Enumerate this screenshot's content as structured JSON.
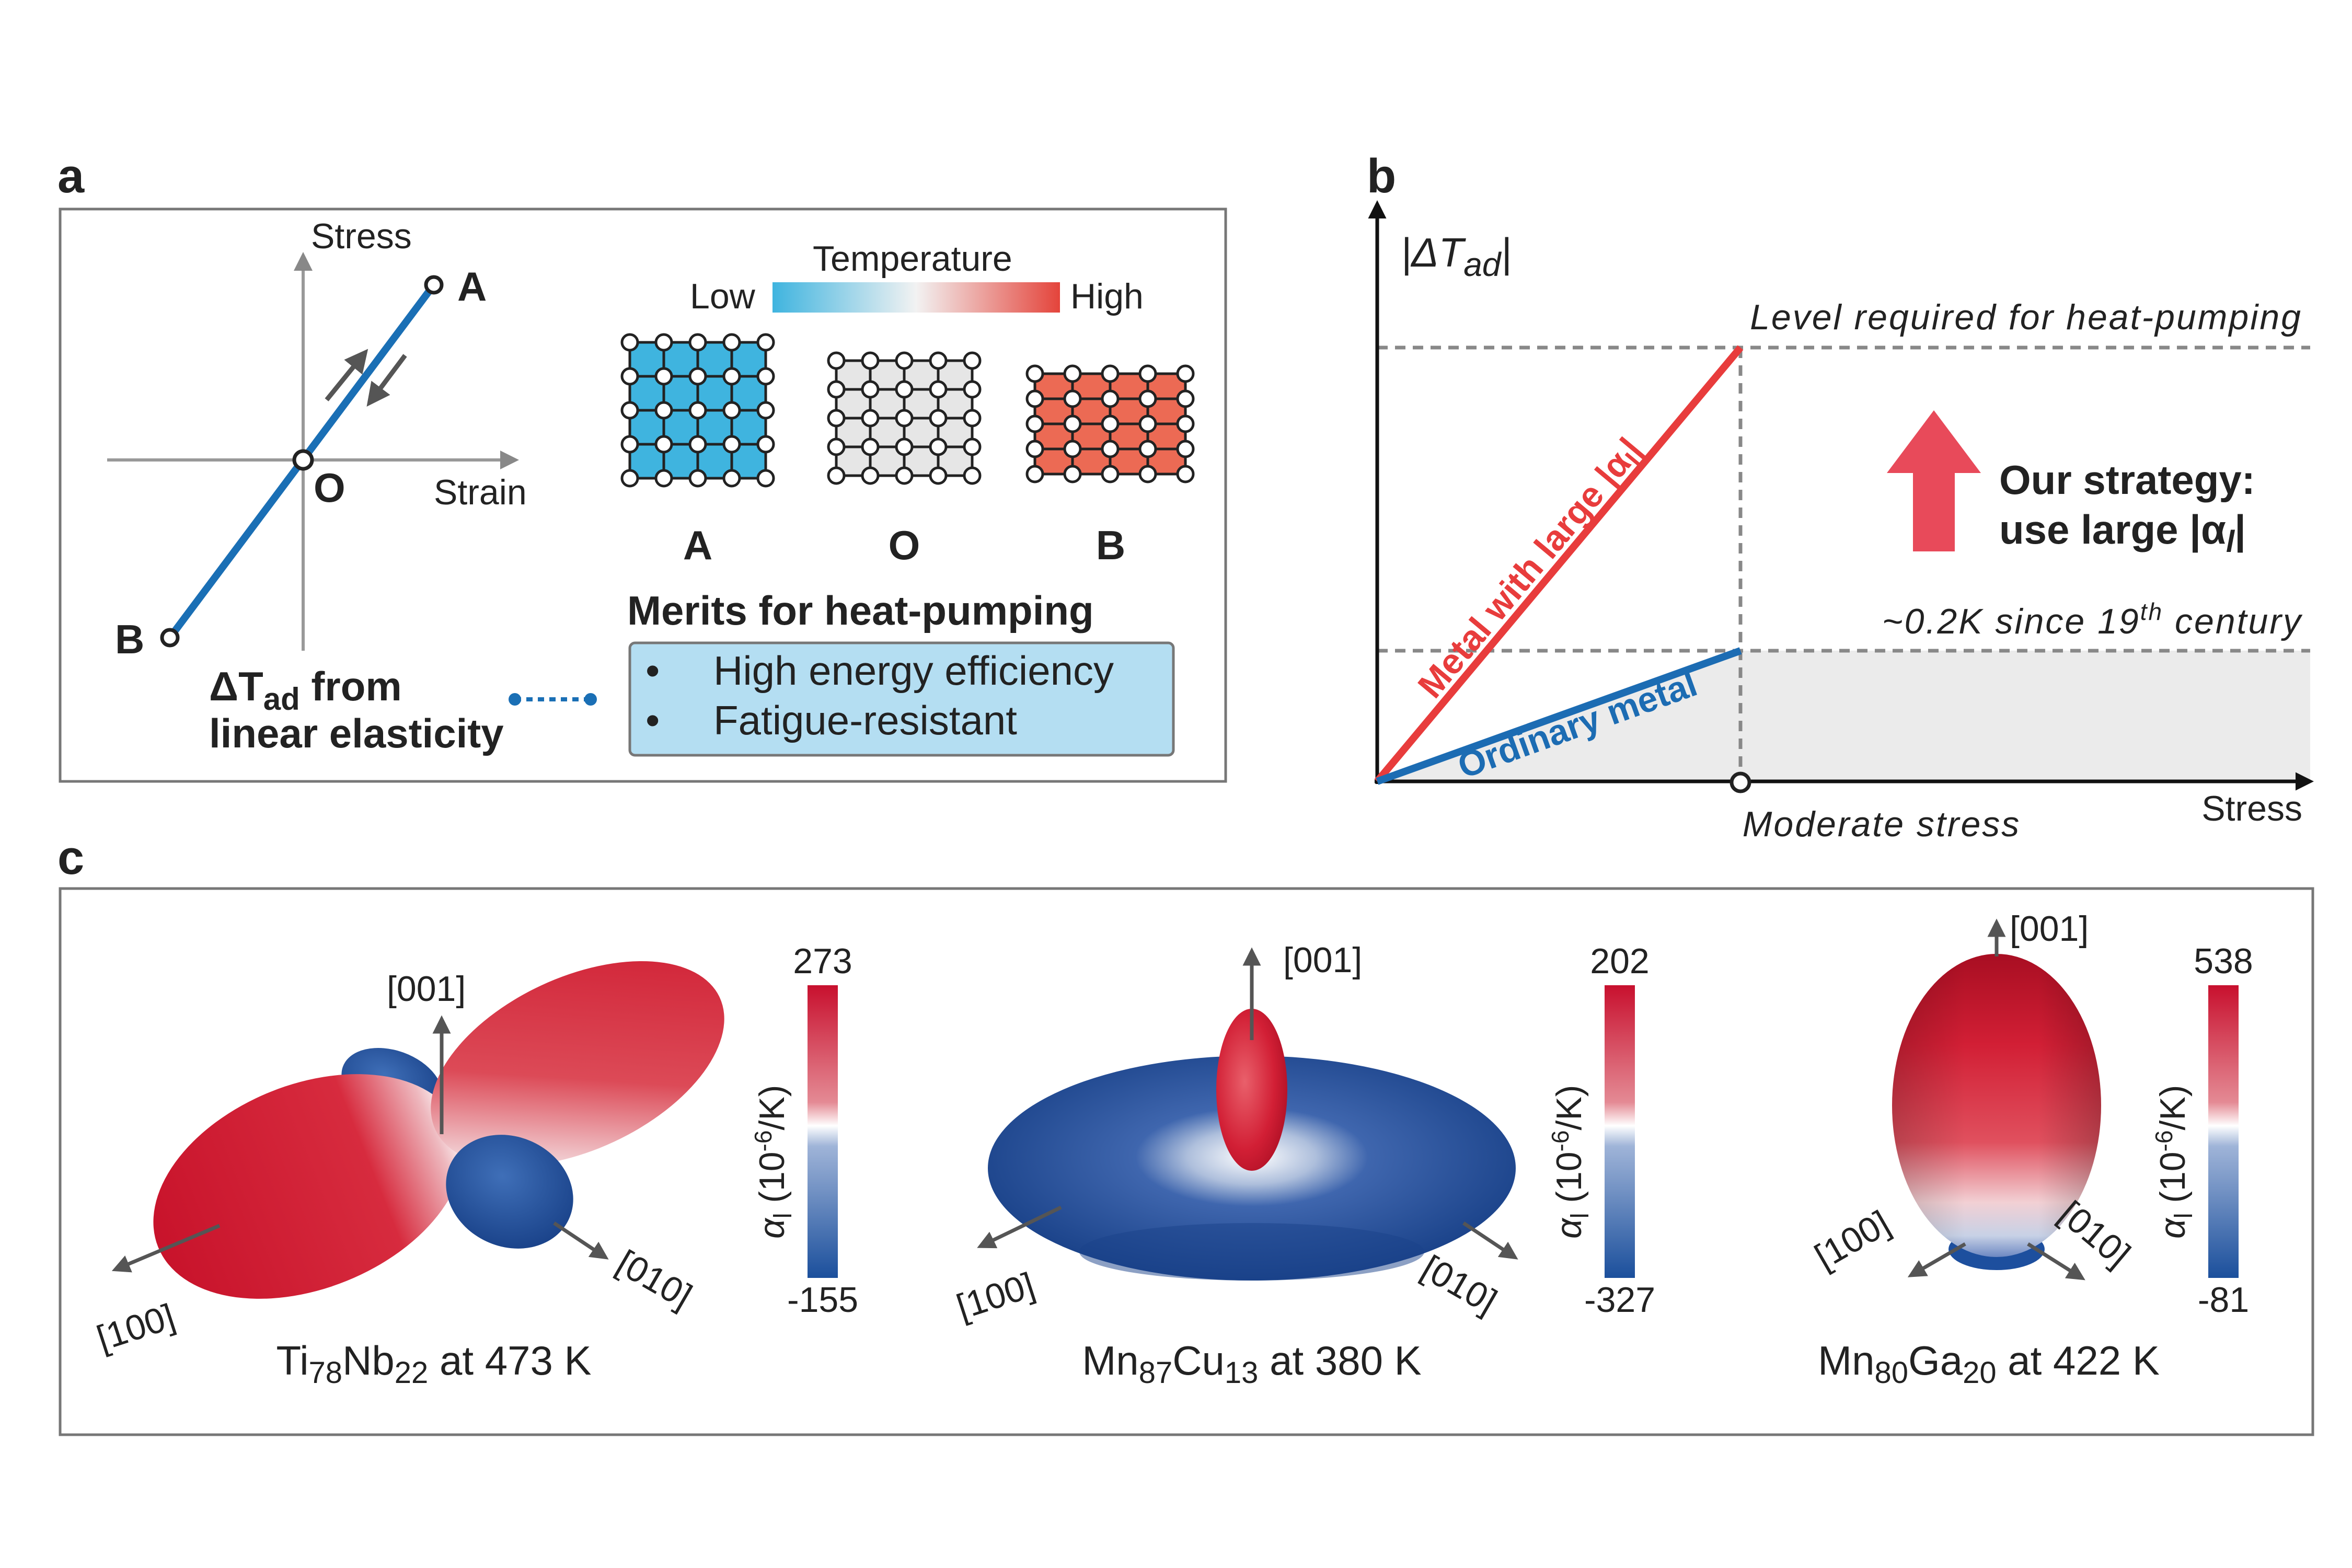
{
  "panels": {
    "a": {
      "letter": "a",
      "axis_y": "Stress",
      "axis_x": "Strain",
      "point_a": "A",
      "point_o": "O",
      "point_b": "B",
      "temperature_title": "Temperature",
      "temp_low": "Low",
      "temp_high": "High",
      "lattice_a": "A",
      "lattice_o": "O",
      "lattice_b": "B",
      "delta_prefix": "ΔT",
      "delta_sub": "ad",
      "delta_suffix": " from",
      "delta_line2": "linear elasticity",
      "merits_title": "Merits for heat-pumping",
      "merits": [
        "High energy efficiency",
        "Fatigue-resistant"
      ],
      "bullet": "•",
      "colors": {
        "cold": "#3fb4df",
        "neutral": "#e6e6e6",
        "hot": "#ec6a54",
        "line": "#1a6fb5",
        "merit_box": "#b4def2"
      }
    },
    "b": {
      "letter": "b",
      "y_label": "|ΔT",
      "y_label_sub": "ad",
      "y_label_end": "|",
      "x_label": "Stress",
      "level_required": "Level required for heat-pumping",
      "baseline_prefix": "~0.2K since 19",
      "baseline_sup": "th",
      "baseline_suffix": " century",
      "red_line_label": "Metal with large |α",
      "red_line_sub": "l",
      "red_line_end": "|",
      "blue_line_label": "Ordinary metal",
      "strategy_line1": "Our strategy:",
      "strategy_line2": "use large |α",
      "strategy_sub": "l",
      "strategy_end": "|",
      "moderate_stress": "Moderate stress",
      "colors": {
        "red": "#e83c3c",
        "blue": "#1c6cb3",
        "arrow": "#e84a5a",
        "shade": "#ebebeb"
      }
    },
    "c": {
      "letter": "c",
      "colorbar_label_alpha": "α",
      "colorbar_label_sub": "l",
      "colorbar_label_unit": " (10",
      "colorbar_label_exp": "-6",
      "colorbar_label_end": "/K)",
      "materials": [
        {
          "el1": "Ti",
          "sub1": "78",
          "el2": "Nb",
          "sub2": "22",
          "temp": " at 473 K",
          "max": "273",
          "min": "-155",
          "axis_001": "[001]",
          "axis_100": "[100]",
          "axis_010": "[010]"
        },
        {
          "el1": "Mn",
          "sub1": "87",
          "el2": "Cu",
          "sub2": "13",
          "temp": " at 380 K",
          "max": "202",
          "min": "-327",
          "axis_001": "[001]",
          "axis_100": "[100]",
          "axis_010": "[010]"
        },
        {
          "el1": "Mn",
          "sub1": "80",
          "el2": "Ga",
          "sub2": "20",
          "temp": " at 422 K",
          "max": "538",
          "min": "-81",
          "axis_001": "[001]",
          "axis_100": "[100]",
          "axis_010": "[010]"
        }
      ],
      "colors": {
        "red": "#c8102e",
        "blue": "#1d4f9e",
        "white": "#f4f4f4"
      }
    }
  }
}
